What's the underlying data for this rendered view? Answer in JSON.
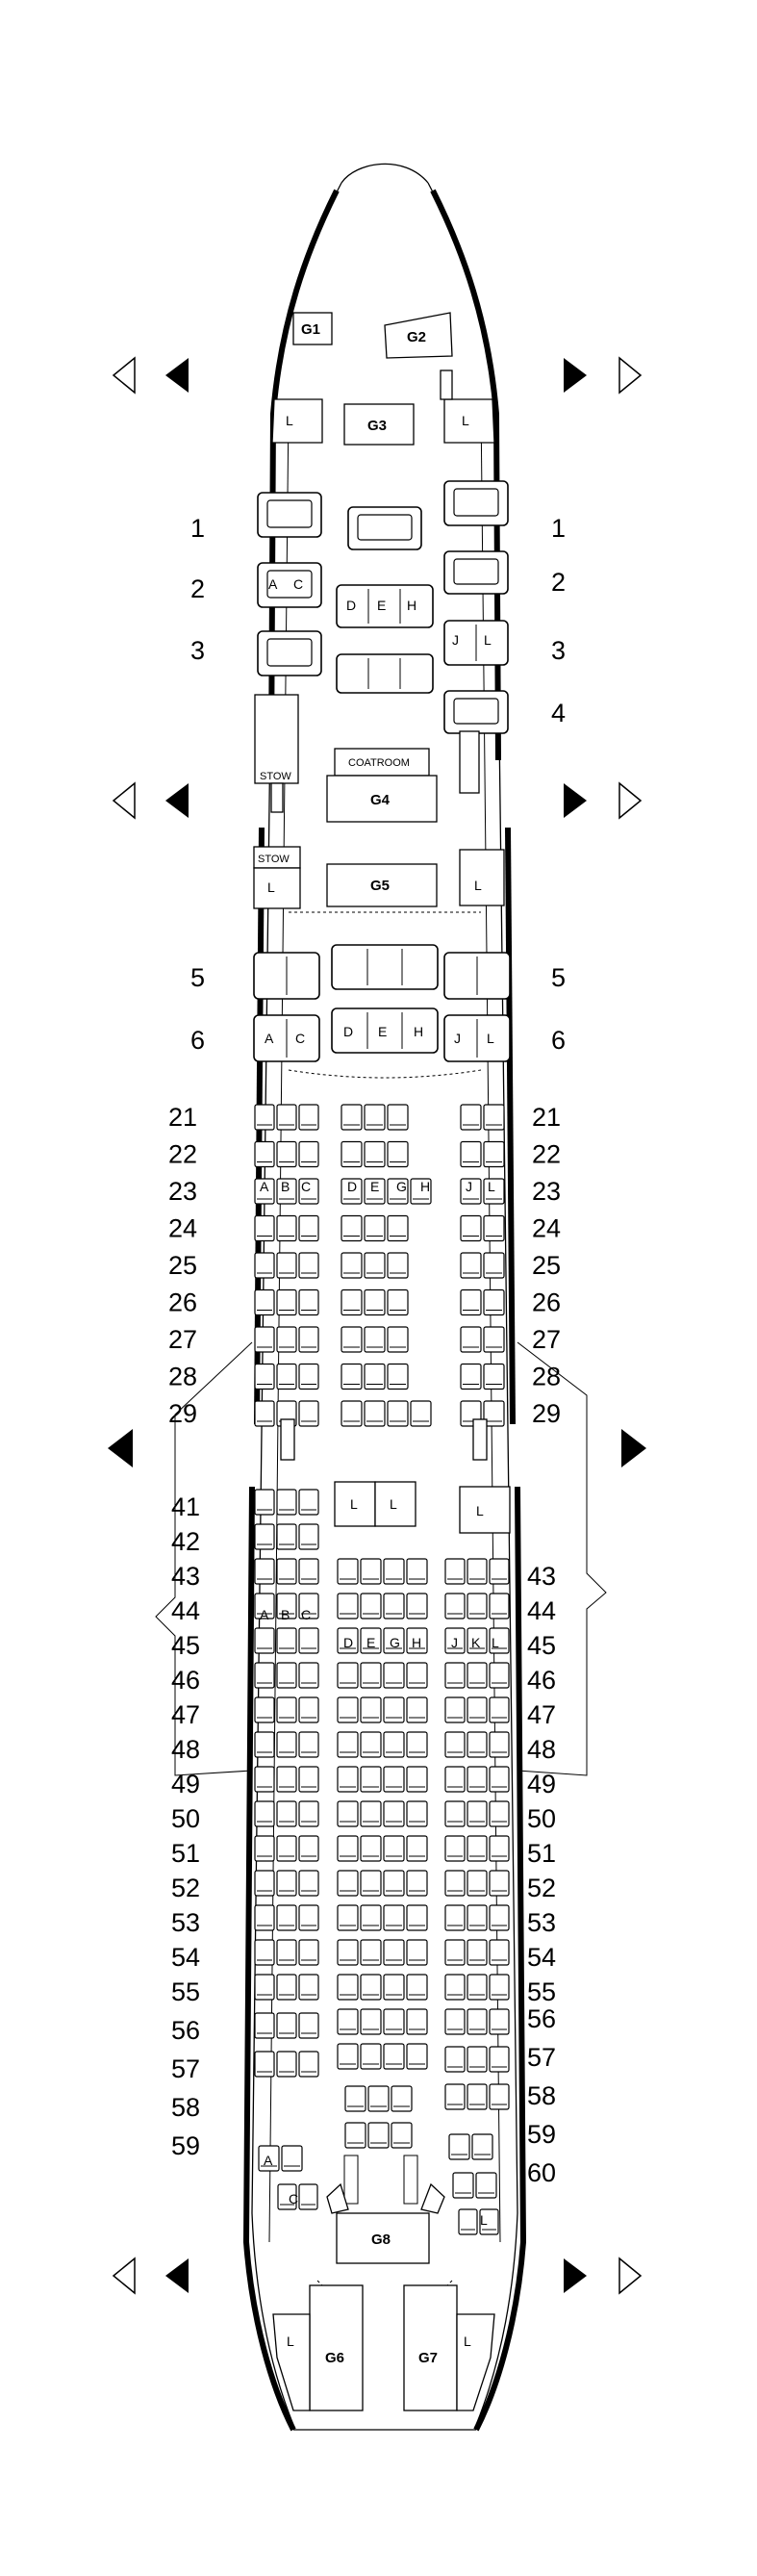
{
  "galleys": [
    {
      "id": "g1",
      "label": "G1"
    },
    {
      "id": "g2",
      "label": "G2"
    },
    {
      "id": "g3",
      "label": "G3"
    },
    {
      "id": "g4",
      "label": "G4"
    },
    {
      "id": "g5",
      "label": "G5"
    },
    {
      "id": "g6",
      "label": "G6"
    },
    {
      "id": "g7",
      "label": "G7"
    },
    {
      "id": "g8",
      "label": "G8"
    }
  ],
  "facility_labels": {
    "lavatory": "L",
    "stowage": "STOW",
    "coatroom": "COATROOM"
  },
  "row_numbers": {
    "first_left": [
      "1",
      "2",
      "3"
    ],
    "first_right": [
      "1",
      "2",
      "3",
      "4"
    ],
    "business_left": [
      "5",
      "6"
    ],
    "business_right": [
      "5",
      "6"
    ],
    "cabin2": [
      "21",
      "22",
      "23",
      "24",
      "25",
      "26",
      "27",
      "28",
      "29"
    ],
    "cabin3_left": [
      "41",
      "42",
      "43",
      "44",
      "45",
      "46",
      "47",
      "48",
      "49",
      "50",
      "51",
      "52",
      "53",
      "54",
      "55",
      "56",
      "57",
      "58",
      "59"
    ],
    "cabin3_right": [
      "43",
      "44",
      "45",
      "46",
      "47",
      "48",
      "49",
      "50",
      "51",
      "52",
      "53",
      "54",
      "55",
      "56",
      "57",
      "58",
      "59",
      "60"
    ]
  },
  "seat_letters": {
    "first_row2_left": [
      "A",
      "C"
    ],
    "first_row2_center": [
      "D",
      "E",
      "H"
    ],
    "first_row3_right": [
      "J",
      "L"
    ],
    "business_row6_left": [
      "A",
      "C"
    ],
    "business_row6_center": [
      "D",
      "E",
      "H"
    ],
    "business_row6_right": [
      "J",
      "L"
    ],
    "cabin2_row23_left": [
      "A",
      "B",
      "C"
    ],
    "cabin2_row23_center": [
      "D",
      "E",
      "G",
      "H"
    ],
    "cabin2_row23_right": [
      "J",
      "L"
    ],
    "cabin3_row44_left": [
      "A",
      "B",
      "C"
    ],
    "cabin3_row45_center": [
      "D",
      "E",
      "G",
      "H"
    ],
    "cabin3_row45_right": [
      "J",
      "K",
      "L"
    ],
    "cabin3_row58_left": [
      "A"
    ],
    "cabin3_row59_left": [
      "C"
    ],
    "cabin3_row60_right": [
      "L"
    ]
  },
  "exit_rows": [
    "door-1",
    "door-2",
    "overwing-exit",
    "door-4"
  ]
}
